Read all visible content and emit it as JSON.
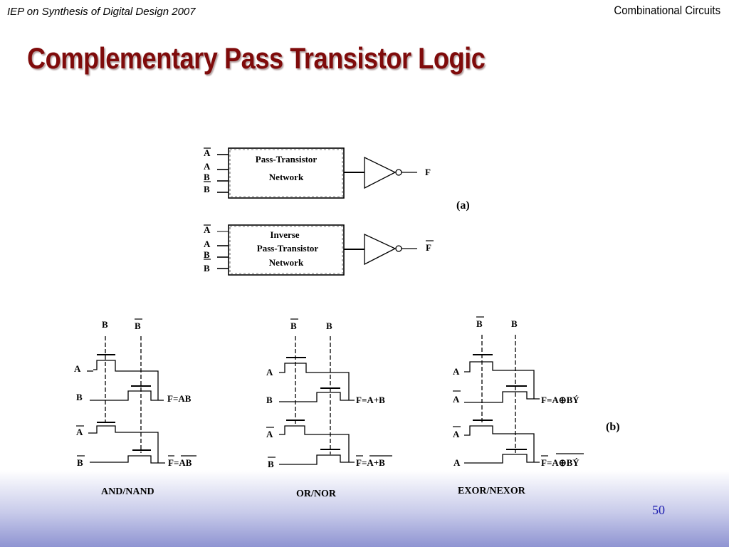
{
  "header": {
    "course_title": "IEP on Synthesis of Digital Design 2007",
    "section_title": "Combinational Circuits"
  },
  "slide": {
    "title": "Complementary Pass Transistor Logic",
    "page_number": "50"
  },
  "block_a": {
    "inputs": [
      "A",
      "A",
      "B",
      "B"
    ],
    "top_block": [
      "Pass-Transistor",
      "Network"
    ],
    "top_output": "F",
    "bottom_block": [
      "Inverse",
      "Pass-Transistor",
      "Network"
    ],
    "bottom_output": "F",
    "label": "(a)"
  },
  "circuits": {
    "label": "(b)",
    "and_nand": {
      "col1": "B",
      "col2": "B",
      "in1": "A",
      "in2": "B",
      "in3": "A",
      "in4": "B",
      "out_top": "F=AB",
      "out_bottom_prefix": "F=",
      "out_bottom_term": "AB",
      "caption": "AND/NAND"
    },
    "or_nor": {
      "col1": "B",
      "col2": "B",
      "in1": "A",
      "in2": "B",
      "in3": "A",
      "in4": "B",
      "out_top": "F=A+B",
      "out_bottom_prefix": "F=",
      "out_bottom_term": "A+B",
      "caption": "OR/NOR"
    },
    "exor_nexor": {
      "col1": "B",
      "col2": "B",
      "in1": "A",
      "in2": "A",
      "in3": "A",
      "in4": "A",
      "out_top": "F=A⊕BÝ",
      "out_bottom_prefix": "F=",
      "out_bottom_term": "A⊕BÝ",
      "caption": "EXOR/NEXOR"
    }
  }
}
